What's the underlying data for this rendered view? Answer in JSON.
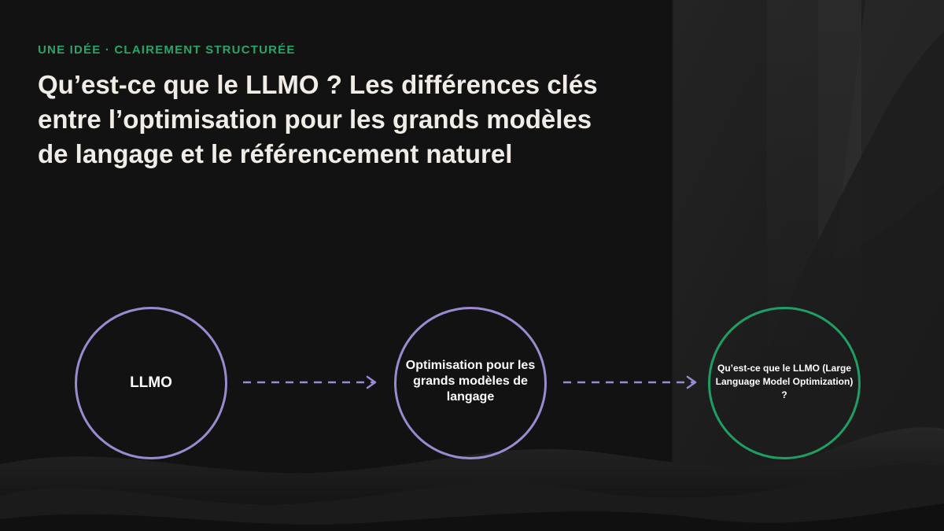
{
  "slide": {
    "eyebrow": "UNE IDÉE · CLAIREMENT STRUCTURÉE",
    "title": "Qu’est-ce que le LLMO ? Les différences clés entre l’optimisation pour les grands modèles de langage et le référencement naturel"
  },
  "diagram": {
    "nodes": [
      {
        "label": "LLMO",
        "color": "#9b8ad0"
      },
      {
        "label": "Optimisation pour les grands modèles de langage",
        "color": "#9b8ad0"
      },
      {
        "label": "Qu’est-ce que le LLMO (Large Language Model Optimization) ?",
        "color": "#1f9e63"
      }
    ],
    "connector_color": "#9b8ad0",
    "connector_style": "dashed-arrow"
  },
  "colors": {
    "background": "#121212",
    "accent": "#2aa36b",
    "title": "#f1ede6"
  }
}
